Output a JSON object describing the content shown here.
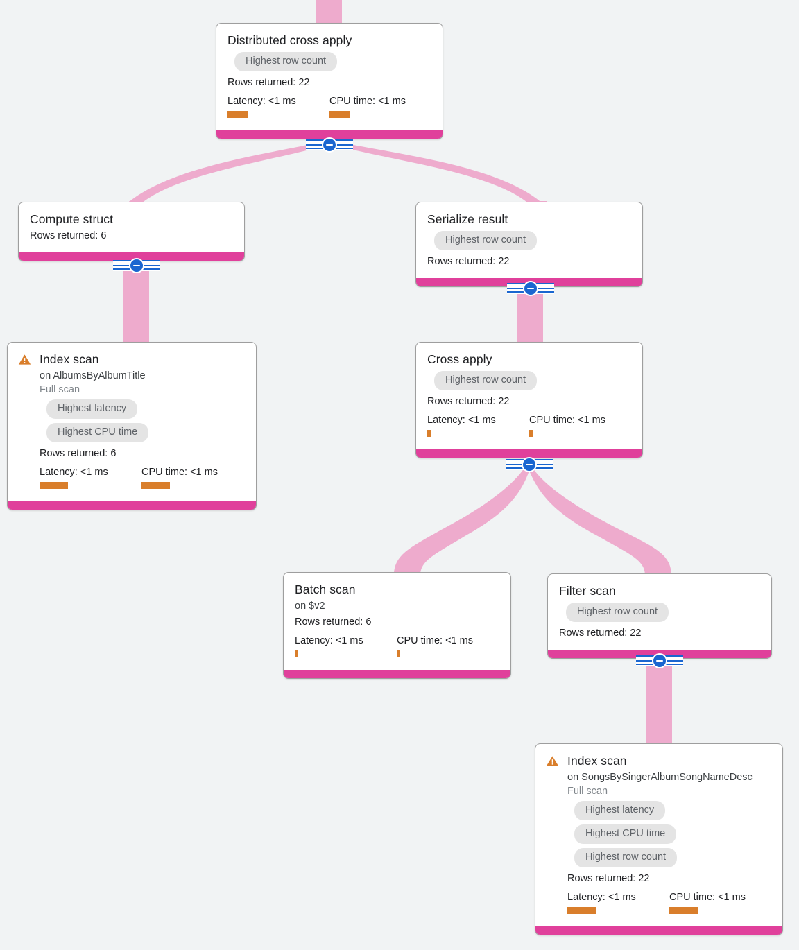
{
  "theme": {
    "background": "#f1f3f4",
    "node_fill": "#ffffff",
    "node_border": "#9e9e9e",
    "footer_bar": "#e0409b",
    "edge_ribbon": "#eeabcd",
    "pill_fill": "#e4e4e4",
    "pill_text": "#5f6368",
    "metric_bar": "#d97e2b",
    "warning": "#d97e2b",
    "collapse_button": "#1a66d0",
    "title_text": "#202124",
    "muted_text": "#80868b"
  },
  "diagram": {
    "type": "query-execution-plan-tree",
    "collapse_icon": "minus-circle-icon",
    "warning_icon": "warning-triangle-icon"
  },
  "labels": {
    "rows_returned_prefix": "Rows returned: ",
    "latency_prefix": "Latency: ",
    "cpu_prefix": "CPU time: "
  },
  "nodes": [
    {
      "id": "distributed-cross-apply",
      "title": "Distributed cross apply",
      "subtitle": null,
      "subtitle_muted": null,
      "pills": [
        "Highest row count"
      ],
      "rows_returned": "Rows returned: 22",
      "latency": "Latency: <1 ms",
      "cpu_time": "CPU time: <1 ms",
      "latency_bar_width": 30,
      "cpu_bar_width": 30,
      "has_warning": false,
      "has_collapse": true
    },
    {
      "id": "compute-struct",
      "title": "Compute struct",
      "subtitle": null,
      "subtitle_muted": null,
      "pills": [],
      "rows_returned": "Rows returned: 6",
      "latency": null,
      "cpu_time": null,
      "latency_bar_width": 0,
      "cpu_bar_width": 0,
      "has_warning": false,
      "has_collapse": true
    },
    {
      "id": "serialize-result",
      "title": "Serialize result",
      "subtitle": null,
      "subtitle_muted": null,
      "pills": [
        "Highest row count"
      ],
      "rows_returned": "Rows returned: 22",
      "latency": null,
      "cpu_time": null,
      "latency_bar_width": 0,
      "cpu_bar_width": 0,
      "has_warning": false,
      "has_collapse": true
    },
    {
      "id": "index-scan-albums",
      "title": "Index scan",
      "subtitle": "on AlbumsByAlbumTitle",
      "subtitle_muted": "Full scan",
      "pills": [
        "Highest latency",
        "Highest CPU time"
      ],
      "rows_returned": "Rows returned: 6",
      "latency": "Latency: <1 ms",
      "cpu_time": "CPU time: <1 ms",
      "latency_bar_width": 41,
      "cpu_bar_width": 41,
      "has_warning": true,
      "has_collapse": false
    },
    {
      "id": "cross-apply",
      "title": "Cross apply",
      "subtitle": null,
      "subtitle_muted": null,
      "pills": [
        "Highest row count"
      ],
      "rows_returned": "Rows returned: 22",
      "latency": "Latency: <1 ms",
      "cpu_time": "CPU time: <1 ms",
      "latency_bar_width": 5,
      "cpu_bar_width": 5,
      "has_warning": false,
      "has_collapse": true
    },
    {
      "id": "batch-scan",
      "title": "Batch scan",
      "subtitle": "on $v2",
      "subtitle_muted": null,
      "pills": [],
      "rows_returned": "Rows returned: 6",
      "latency": "Latency: <1 ms",
      "cpu_time": "CPU time: <1 ms",
      "latency_bar_width": 5,
      "cpu_bar_width": 5,
      "has_warning": false,
      "has_collapse": false
    },
    {
      "id": "filter-scan",
      "title": "Filter scan",
      "subtitle": null,
      "subtitle_muted": null,
      "pills": [
        "Highest row count"
      ],
      "rows_returned": "Rows returned: 22",
      "latency": null,
      "cpu_time": null,
      "latency_bar_width": 0,
      "cpu_bar_width": 0,
      "has_warning": false,
      "has_collapse": true
    },
    {
      "id": "index-scan-songs",
      "title": "Index scan",
      "subtitle": "on SongsBySingerAlbumSongNameDesc",
      "subtitle_muted": "Full scan",
      "pills": [
        "Highest latency",
        "Highest CPU time",
        "Highest row count"
      ],
      "rows_returned": "Rows returned: 22",
      "latency": "Latency: <1 ms",
      "cpu_time": "CPU time: <1 ms",
      "latency_bar_width": 41,
      "cpu_bar_width": 41,
      "has_warning": true,
      "has_collapse": false
    }
  ],
  "edges": [
    {
      "from": "root-inlet",
      "to": "distributed-cross-apply"
    },
    {
      "from": "distributed-cross-apply",
      "to": "compute-struct"
    },
    {
      "from": "distributed-cross-apply",
      "to": "serialize-result"
    },
    {
      "from": "compute-struct",
      "to": "index-scan-albums"
    },
    {
      "from": "serialize-result",
      "to": "cross-apply"
    },
    {
      "from": "cross-apply",
      "to": "batch-scan"
    },
    {
      "from": "cross-apply",
      "to": "filter-scan"
    },
    {
      "from": "filter-scan",
      "to": "index-scan-songs"
    }
  ]
}
